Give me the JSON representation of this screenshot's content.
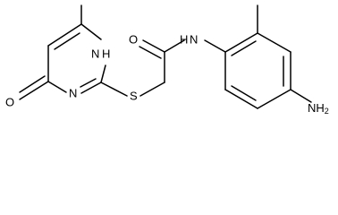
{
  "structure": {
    "labels": {
      "o_ring": "O",
      "nh_ring": "H",
      "nh_ring_n": "N",
      "n_ring": "N",
      "s": "S",
      "o_amide": "O",
      "n_amide": "N",
      "h_amide": "H",
      "nh2_n": "NH",
      "nh2_sub": "2"
    },
    "colors": {
      "bond": "#000000",
      "text": "#000000",
      "background": "#ffffff"
    }
  }
}
